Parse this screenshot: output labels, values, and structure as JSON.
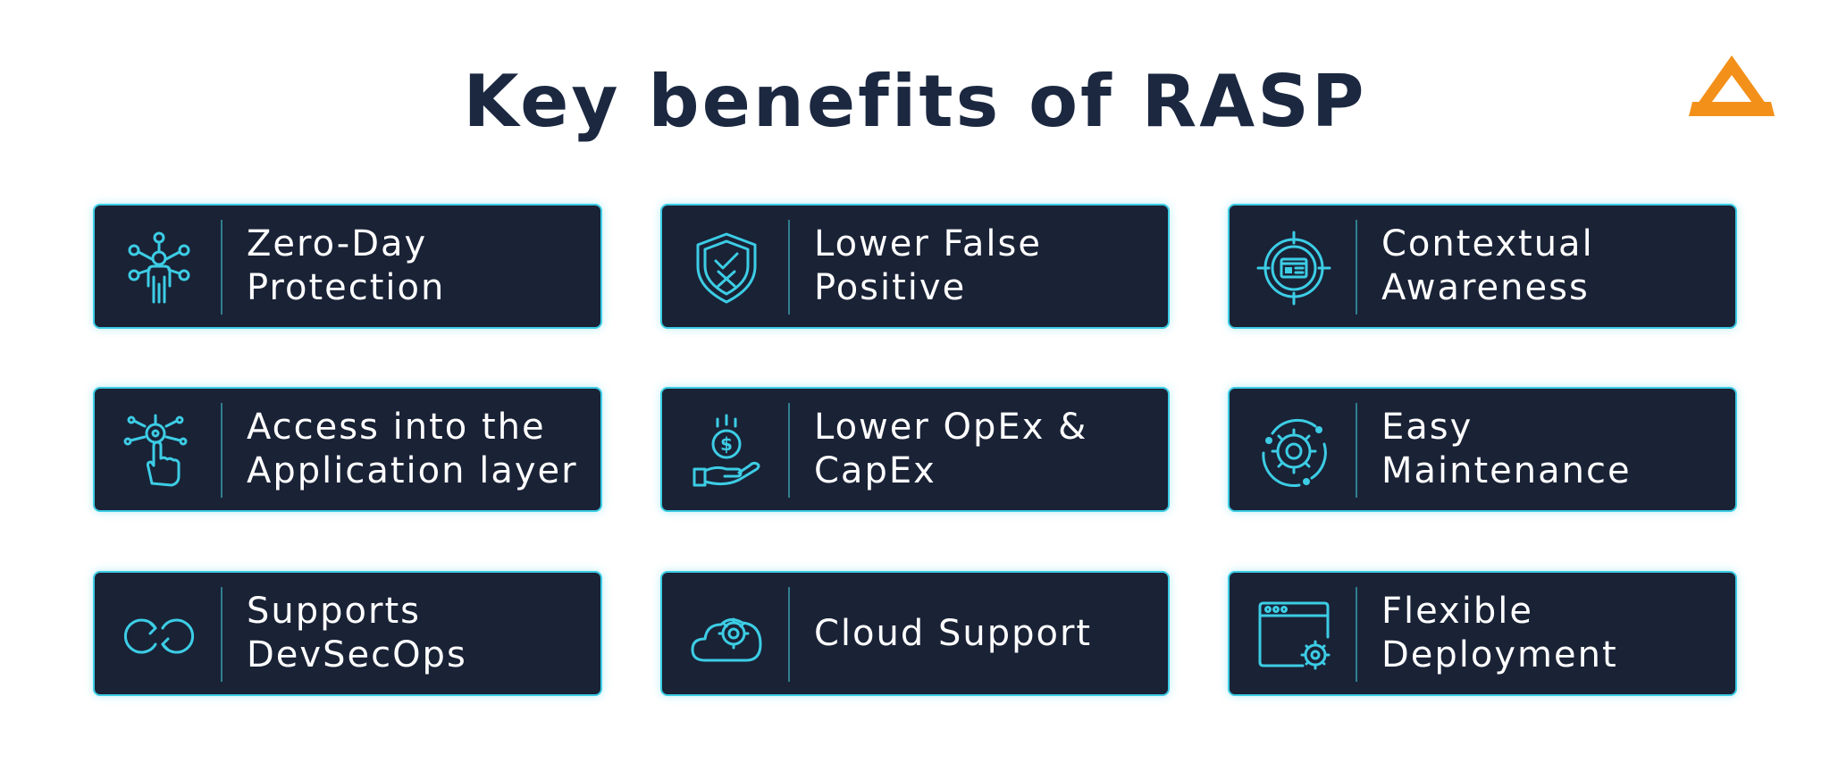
{
  "title": "Key benefits of RASP",
  "logo": {
    "icon": "triangle-logo-icon",
    "color": "#f39019"
  },
  "colors": {
    "title": "#1b2840",
    "card_bg": "#1a2236",
    "card_border": "#3ccde5",
    "icon": "#3ccde5",
    "label": "#ffffff"
  },
  "cards": [
    {
      "label_line1": "Zero-Day",
      "label_line2": "Protection",
      "icon": "network-person-icon"
    },
    {
      "label_line1": "Lower False",
      "label_line2": "Positive",
      "icon": "shield-check-icon"
    },
    {
      "label_line1": "Contextual",
      "label_line2": "Awareness",
      "icon": "target-browser-icon"
    },
    {
      "label_line1": "Access into the",
      "label_line2": "Application layer",
      "icon": "hand-touch-icon"
    },
    {
      "label_line1": "Lower OpEx &",
      "label_line2": "CapEx",
      "icon": "hand-coin-icon"
    },
    {
      "label_line1": "Easy",
      "label_line2": "Maintenance",
      "icon": "gear-cycle-icon"
    },
    {
      "label_line1": "Supports",
      "label_line2": "DevSecOps",
      "icon": "infinity-loop-icon"
    },
    {
      "label_line1": "Cloud Support",
      "label_line2": "",
      "icon": "cloud-gear-icon"
    },
    {
      "label_line1": "Flexible",
      "label_line2": "Deployment",
      "icon": "browser-gear-icon"
    }
  ]
}
